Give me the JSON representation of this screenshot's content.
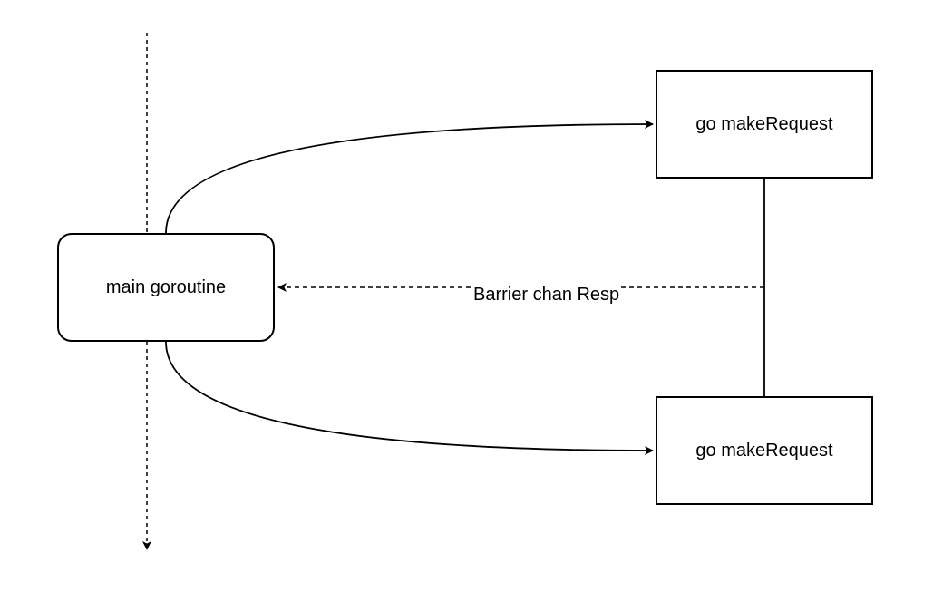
{
  "colors": {
    "stroke": "#000000",
    "background": "#ffffff"
  },
  "nodes": {
    "main": {
      "label": "main goroutine"
    },
    "request_top": {
      "label": "go makeRequest"
    },
    "request_bottom": {
      "label": "go makeRequest"
    }
  },
  "edges": {
    "barrier": {
      "label": "Barrier chan Resp"
    }
  }
}
